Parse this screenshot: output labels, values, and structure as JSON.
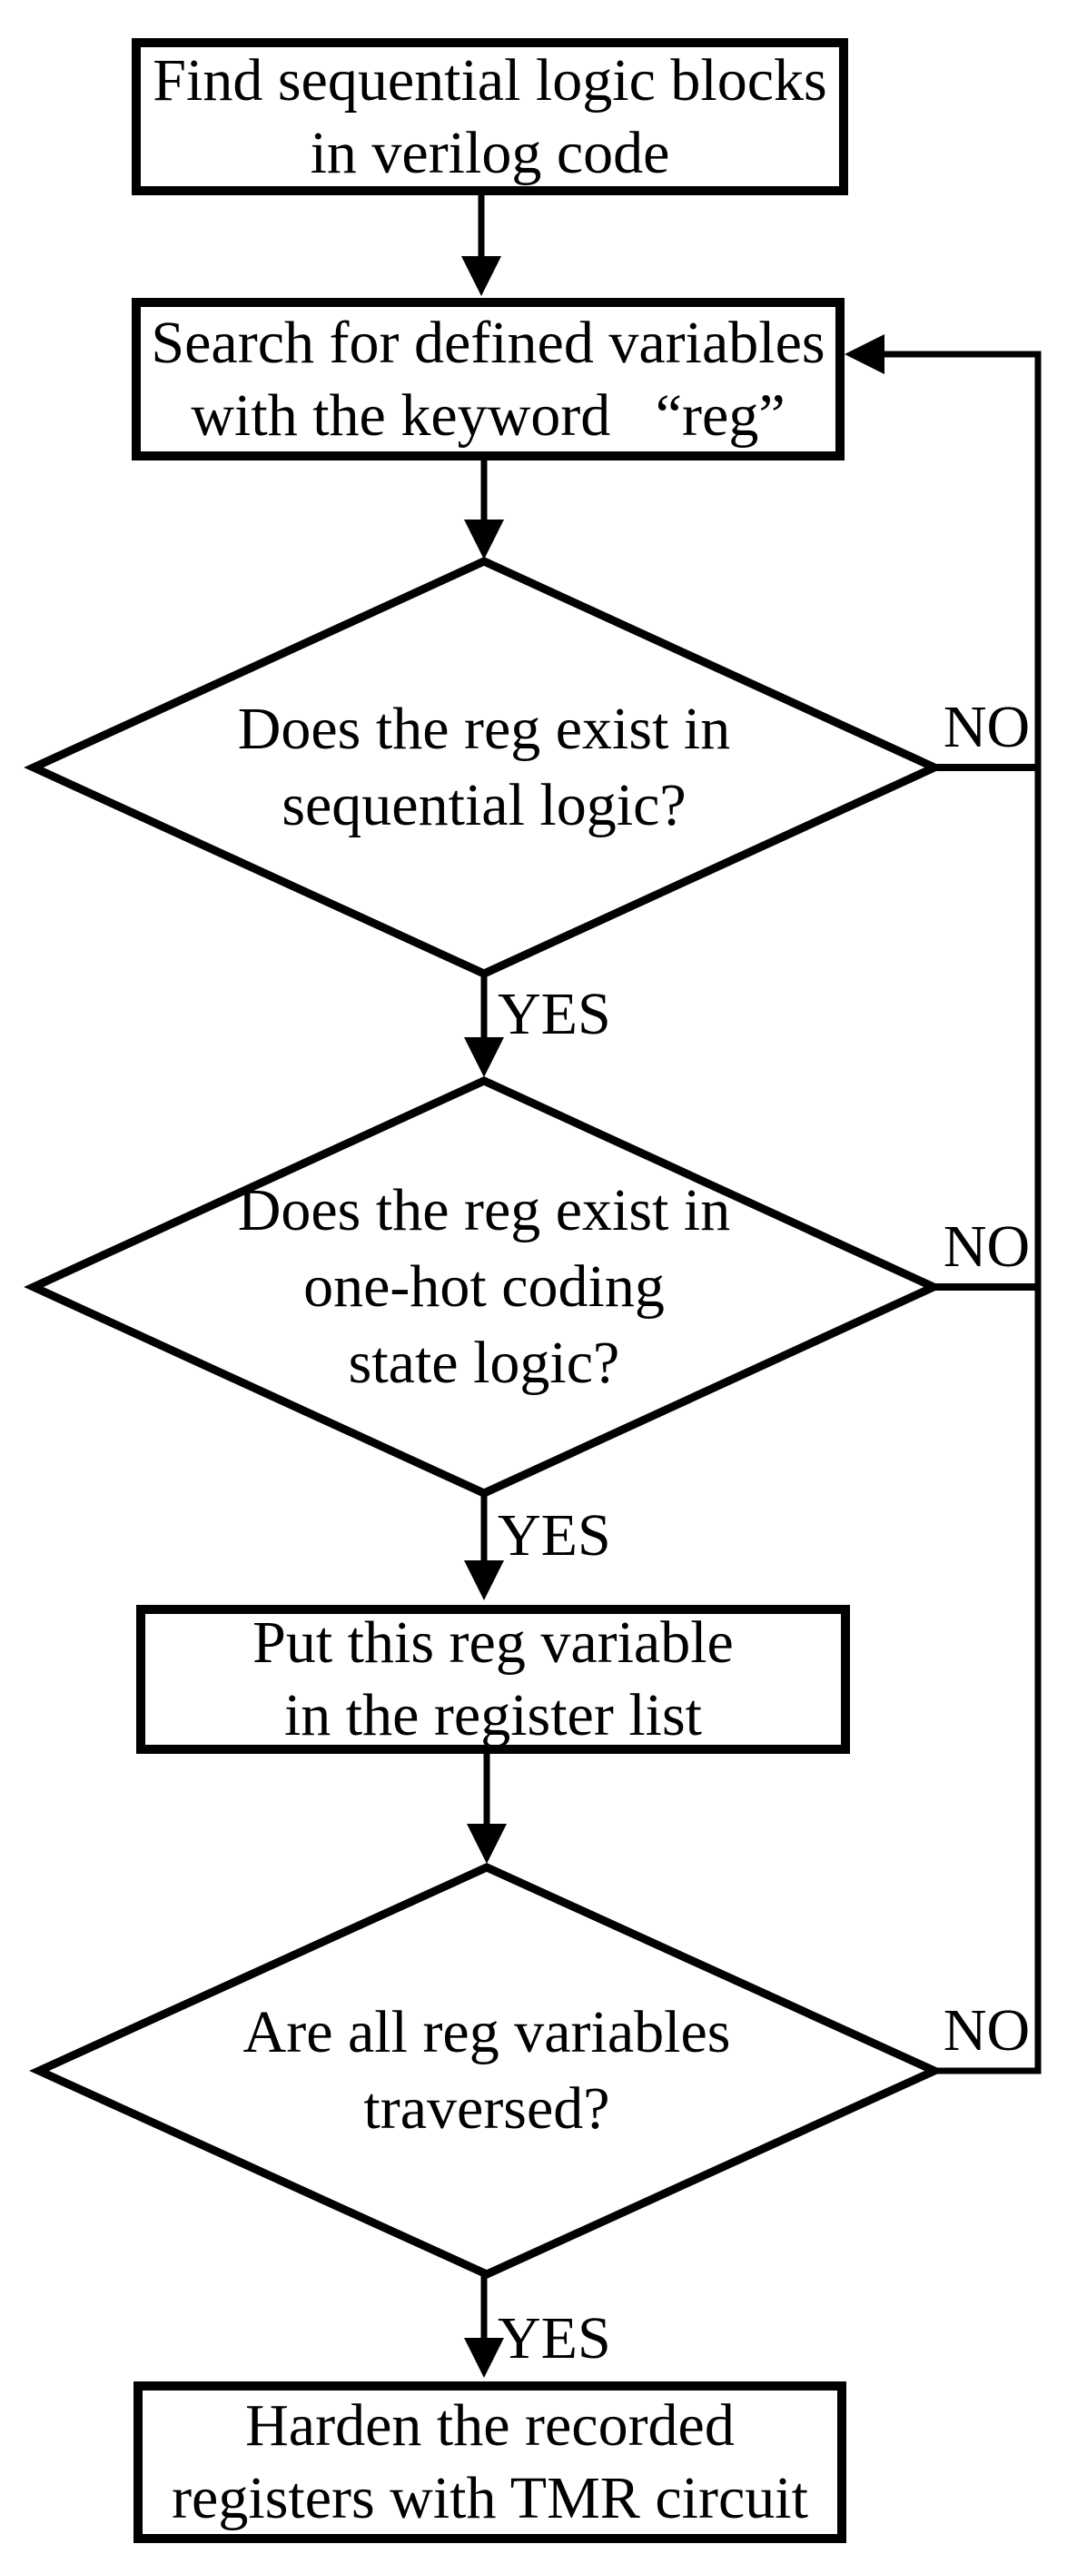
{
  "figure": {
    "background_color": "#ffffff",
    "stroke_color": "#000000",
    "description": "Flowchart for hardening sequential-logic registers found in verilog code with TMR circuits"
  },
  "nodes": {
    "find_blocks": {
      "type": "process",
      "lines": [
        "Find sequential logic blocks",
        "in verilog code"
      ]
    },
    "search_reg": {
      "type": "process",
      "lines": [
        "Search for defined variables",
        "with the keyword  “reg”"
      ]
    },
    "exists_sequential": {
      "type": "decision",
      "lines": [
        "Does the reg exist in",
        "sequential logic?"
      ]
    },
    "exists_onehot": {
      "type": "decision",
      "lines": [
        "Does the reg exist in",
        "one-hot coding",
        "state logic?"
      ]
    },
    "put_register_list": {
      "type": "process",
      "lines": [
        "Put this reg variable",
        "in the register list"
      ]
    },
    "all_traversed": {
      "type": "decision",
      "lines": [
        "Are all reg variables",
        "traversed?"
      ]
    },
    "harden_tmr": {
      "type": "process",
      "lines": [
        "Harden the recorded",
        "registers with TMR circuit"
      ]
    }
  },
  "edge_labels": {
    "yes1": "YES",
    "yes2": "YES",
    "yes3": "YES",
    "no1": "NO",
    "no2": "NO",
    "no3": "NO"
  }
}
